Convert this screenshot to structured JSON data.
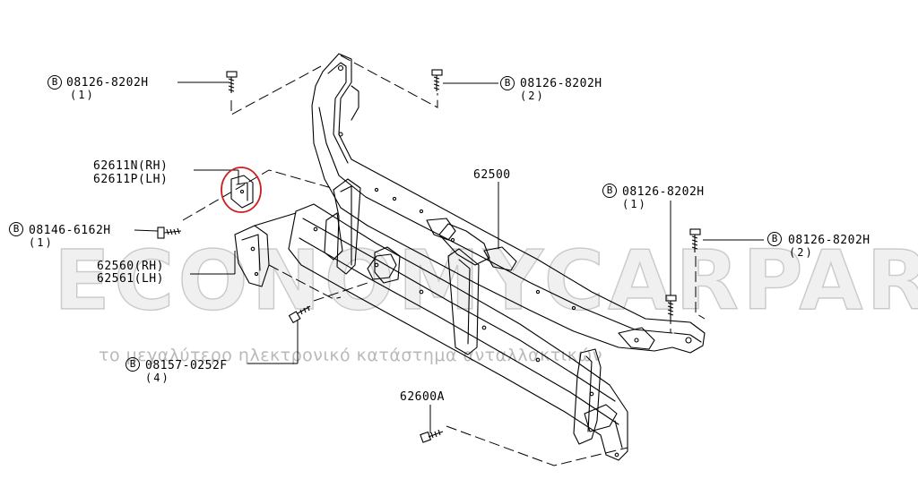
{
  "callouts": [
    {
      "id": "b1",
      "prefix": "B",
      "part": "08126-8202H",
      "qty": "(1)"
    },
    {
      "id": "b2",
      "prefix": "B",
      "part": "08126-8202H",
      "qty": "(2)"
    },
    {
      "id": "b3",
      "prefix": "B",
      "part": "08126-8202H",
      "qty": "(1)"
    },
    {
      "id": "b4",
      "prefix": "B",
      "part": "08126-8202H",
      "qty": "(2)"
    },
    {
      "id": "b5",
      "prefix": "B",
      "part": "08146-6162H",
      "qty": "(1)"
    },
    {
      "id": "b6",
      "prefix": "B",
      "part": "08157-0252F",
      "qty": "(4)"
    }
  ],
  "parts": {
    "p62611n": "62611N(RH)",
    "p62611p": "62611P(LH)",
    "p62560": "62560(RH)",
    "p62561": "62561(LH)",
    "p62500": "62500",
    "p62600a": "62600A"
  },
  "watermark": {
    "brand": "ECONOMYCARPARTS.GR",
    "slogan": "το μεγαλύτερο ηλεκτρονικό κατάστημα ανταλλακτικών"
  },
  "colors": {
    "line": "#000000",
    "highlight": "#cc1f1f"
  }
}
